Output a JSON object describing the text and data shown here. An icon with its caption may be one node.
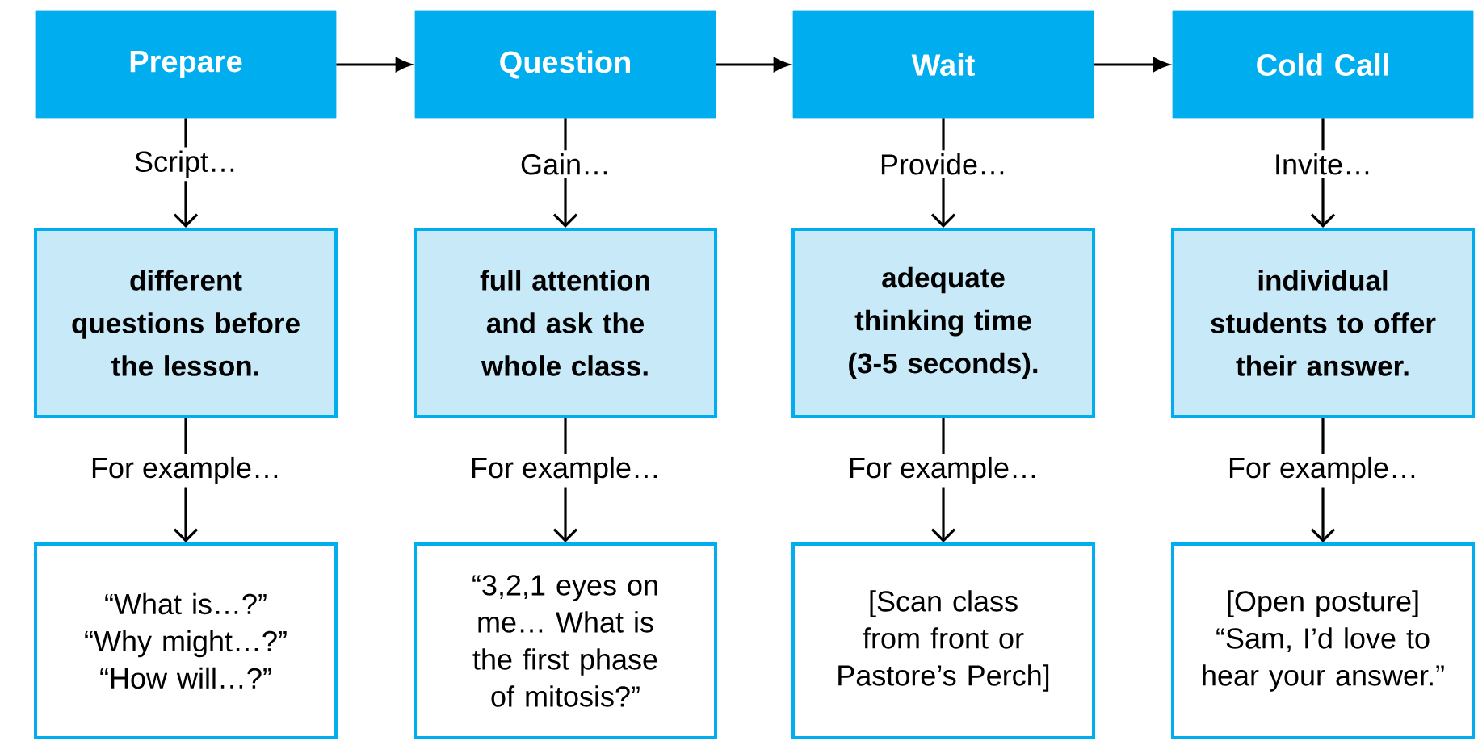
{
  "diagram": {
    "nodes": [
      {
        "text": [
          "Prepare"
        ]
      },
      {
        "text": [
          "Question"
        ]
      },
      {
        "text": [
          "Wait"
        ]
      },
      {
        "text": [
          "Cold Call"
        ]
      },
      {
        "text": [
          "different questions before the lesson."
        ]
      },
      {
        "text": [
          "full attention and ask the whole class."
        ]
      },
      {
        "text": [
          "adequate thinking time (3-5 seconds)."
        ]
      },
      {
        "text": [
          "individual students to offer their answer."
        ]
      },
      {
        "text": [
          "“What is…?”",
          "“Why might…?”",
          "“How will…?”"
        ]
      },
      {
        "text": [
          "“3,2,1 eyes on me… What is the first phase of mitosis?”"
        ]
      },
      {
        "text": [
          "[Scan class from front or Pastore’s Perch]"
        ]
      },
      {
        "text": [
          "[Open posture] “Sam, I’d love to hear your answer.”"
        ]
      }
    ],
    "edges": [
      {
        "from": 0,
        "to": 1,
        "arrow": "to"
      },
      {
        "from": 1,
        "to": 2,
        "arrow": "to"
      },
      {
        "from": 2,
        "to": 3,
        "arrow": "to"
      },
      {
        "from": 0,
        "to": 4,
        "arrow": "to",
        "label": "Script…"
      },
      {
        "from": 1,
        "to": 5,
        "arrow": "to",
        "label": "Gain…"
      },
      {
        "from": 2,
        "to": 6,
        "arrow": "to",
        "label": "Provide…"
      },
      {
        "from": 3,
        "to": 7,
        "arrow": "to",
        "label": "Invite…"
      },
      {
        "from": 4,
        "to": 8,
        "arrow": "to",
        "label": "For example…"
      },
      {
        "from": 5,
        "to": 9,
        "arrow": "to",
        "label": "For example…"
      },
      {
        "from": 6,
        "to": 10,
        "arrow": "to",
        "label": "For example…"
      },
      {
        "from": 7,
        "to": 11,
        "arrow": "to",
        "label": "For example…"
      }
    ]
  }
}
